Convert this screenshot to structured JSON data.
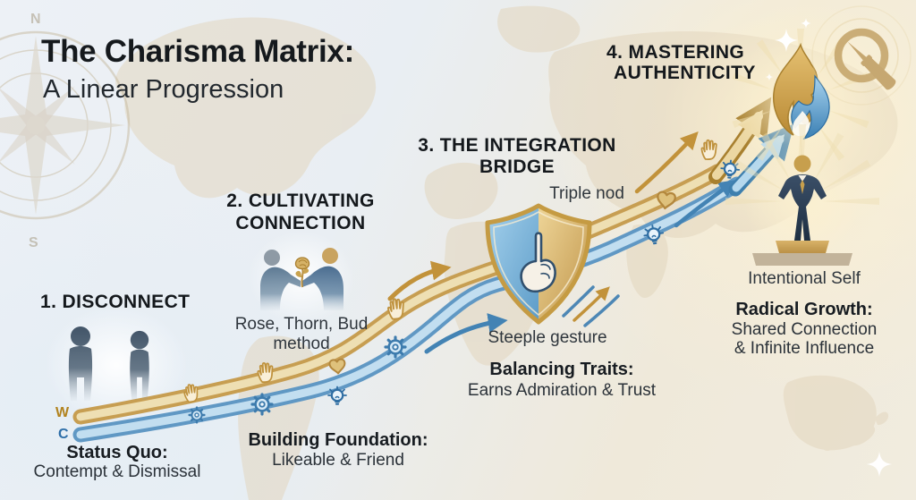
{
  "header": {
    "title": "The Charisma Matrix:",
    "subtitle": "A Linear Progression"
  },
  "compass": {
    "north": "N",
    "south": "S"
  },
  "track_labels": {
    "warm": "W",
    "cool": "C"
  },
  "stages": [
    {
      "heading": "1. DISCONNECT",
      "caption_title": "Status Quo:",
      "caption_body": "Contempt & Dismissal"
    },
    {
      "heading_line1": "2. CULTIVATING",
      "heading_line2": "CONNECTION",
      "annotation_line1": "Rose, Thorn, Bud",
      "annotation_line2": "method",
      "caption_title": "Building Foundation:",
      "caption_body": "Likeable & Friend"
    },
    {
      "heading_line1": "3. THE INTEGRATION",
      "heading_line2": "BRIDGE",
      "annotation_top": "Triple nod",
      "annotation_bottom": "Steeple gesture",
      "caption_title": "Balancing Traits:",
      "caption_body": "Earns Admiration & Trust"
    },
    {
      "heading_line1": "4. MASTERING",
      "heading_line2": "AUTHENTICITY",
      "annotation": "Intentional Self",
      "caption_title": "Radical Growth:",
      "caption_body_line1": "Shared Connection",
      "caption_body_line2": "& Infinite Influence"
    }
  ],
  "colors": {
    "gold": "#C79E52",
    "blue": "#6098C4",
    "ink": "#171C21",
    "map_beige": "#E2D5BC",
    "background_cool": "#EDF1F6",
    "background_warm": "#F1ECDF"
  },
  "icons": [
    "compass-rose-icon",
    "hand-icon",
    "gear-icon",
    "heart-icon",
    "lightbulb-icon",
    "shield-icon",
    "pointing-hand-icon",
    "flame-icon",
    "rose-icon",
    "podium-figure-icon",
    "silhouette-pair-icon",
    "handshake-figures-icon",
    "magnifier-icon",
    "sparkle-icon",
    "arrow-icon"
  ]
}
